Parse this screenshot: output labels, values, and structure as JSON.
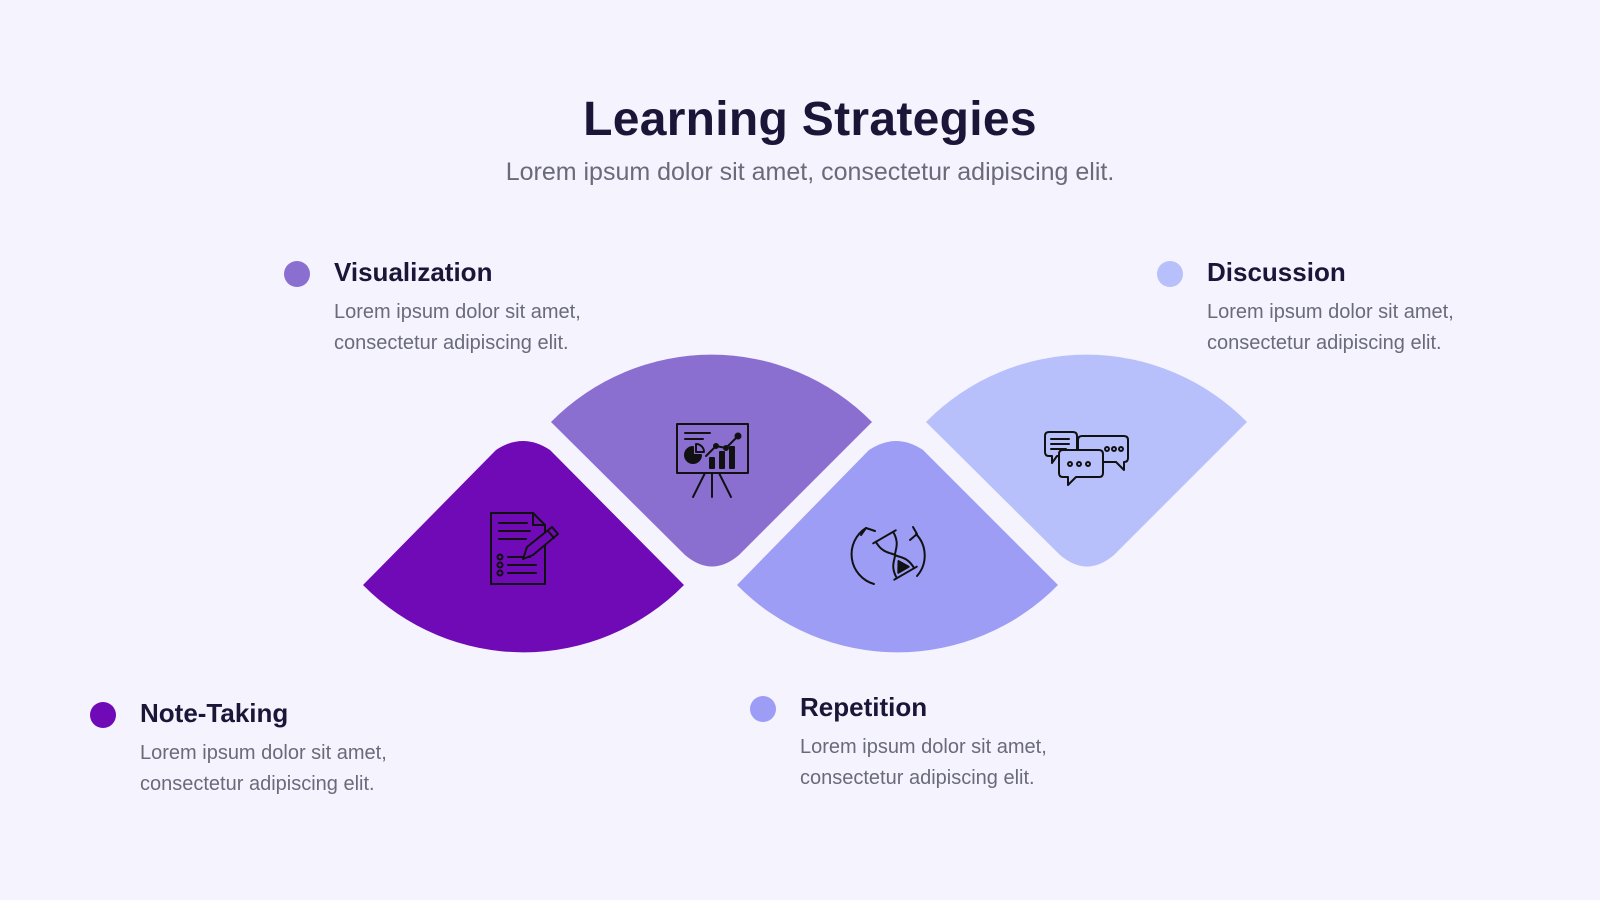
{
  "title": "Learning Strategies",
  "subtitle": "Lorem ipsum dolor sit amet, consectetur adipiscing elit.",
  "items": [
    {
      "heading": "Note-Taking",
      "text": "Lorem ipsum dolor sit amet, consectetur adipiscing elit.",
      "color": "#6f0ab6",
      "icon": "document-pencil-icon"
    },
    {
      "heading": "Visualization",
      "text": "Lorem ipsum dolor sit amet, consectetur adipiscing elit.",
      "color": "#8a6fd1",
      "icon": "presentation-chart-icon"
    },
    {
      "heading": "Repetition",
      "text": "Lorem ipsum dolor sit amet, consectetur adipiscing elit.",
      "color": "#9d9df5",
      "icon": "hourglass-cycle-icon"
    },
    {
      "heading": "Discussion",
      "text": "Lorem ipsum dolor sit amet, consectetur adipiscing elit.",
      "color": "#b8c0fc",
      "icon": "speech-bubbles-icon"
    }
  ]
}
